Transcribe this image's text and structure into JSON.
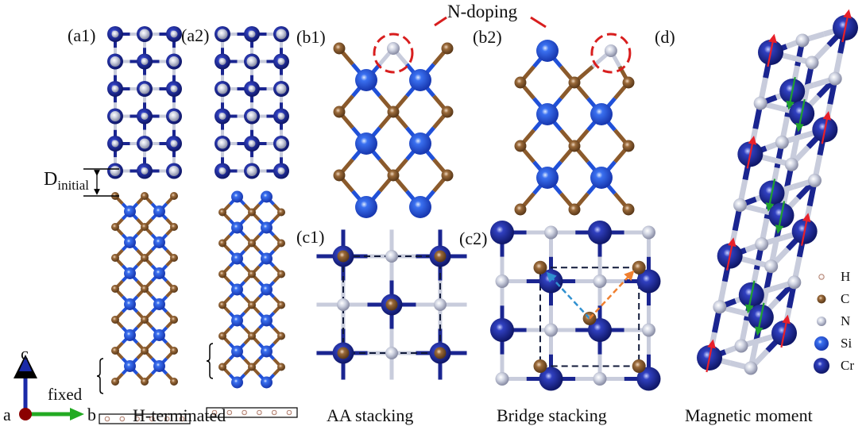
{
  "panels": {
    "a1": {
      "label": "(a1)"
    },
    "a2": {
      "label": "(a2)"
    },
    "b1": {
      "label": "(b1)"
    },
    "b2": {
      "label": "(b2)"
    },
    "c1": {
      "label": "(c1)"
    },
    "c2": {
      "label": "(c2)"
    },
    "d": {
      "label": "(d)"
    }
  },
  "annotations": {
    "n_doping": "N-doping",
    "d_initial_main": "D",
    "d_initial_sub": "initial",
    "fixed": "fixed"
  },
  "captions": {
    "h_terminated": "H-terminated",
    "aa_stacking": "AA stacking",
    "bridge_stacking": "Bridge stacking",
    "magnetic_moment": "Magnetic moment"
  },
  "axes": {
    "a": "a",
    "b": "b",
    "c": "c"
  },
  "legend": [
    {
      "symbol": "H",
      "color": "#e8c8c0"
    },
    {
      "symbol": "C",
      "color": "#8b5a2b"
    },
    {
      "symbol": "N",
      "color": "#c0c4d4"
    },
    {
      "symbol": "Si",
      "color": "#2050d8"
    },
    {
      "symbol": "Cr",
      "color": "#1a2590"
    }
  ],
  "colors": {
    "cr": "#1a2590",
    "n": "#c8ccdc",
    "si": "#2050d8",
    "c": "#8b5a2b",
    "h": "#e8c8c0",
    "doping_circle": "#d81e1e",
    "spin_up": "#e8202a",
    "spin_down": "#1fa030",
    "axis_a": "#8b0000",
    "axis_b": "#22aa22",
    "axis_c": "#1a2aa8",
    "shift_blue": "#3090d0",
    "shift_orange": "#f08030"
  }
}
